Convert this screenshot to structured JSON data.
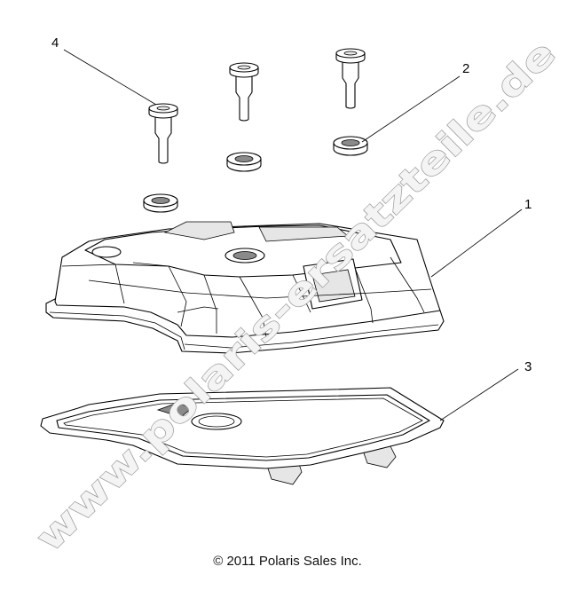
{
  "callouts": {
    "c1": "1",
    "c2": "2",
    "c3": "3",
    "c4": "4"
  },
  "copyright": "© 2011 Polaris Sales Inc.",
  "watermark": "www.polaris-ersatzteile.de"
}
